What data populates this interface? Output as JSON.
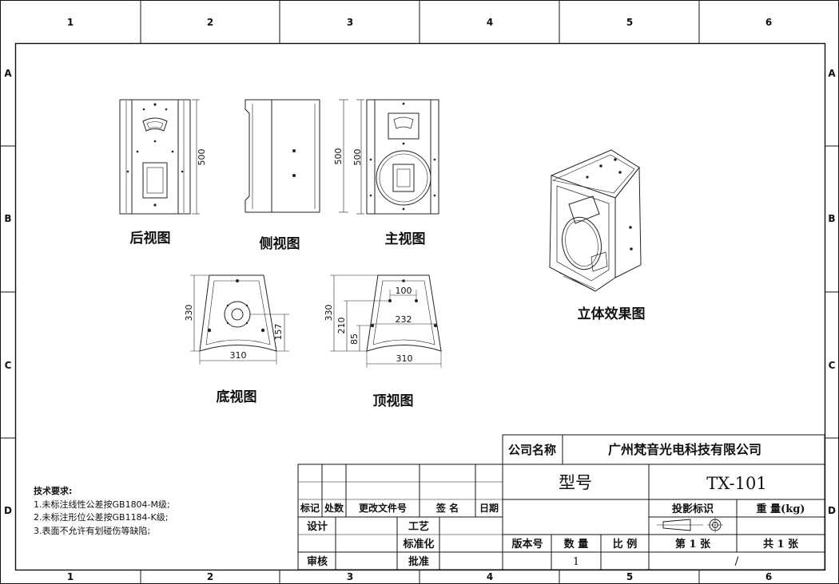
{
  "frame": {
    "columns": [
      "1",
      "2",
      "3",
      "4",
      "5",
      "6"
    ],
    "rows": [
      "A",
      "B",
      "C",
      "D"
    ]
  },
  "views": {
    "rear": "后视图",
    "side": "侧视图",
    "front": "主视图",
    "bottom": "底视图",
    "top": "顶视图",
    "iso": "立体效果图"
  },
  "dimensions": {
    "height": "500",
    "depth": "330",
    "width": "310",
    "bottom_hole": "157",
    "top_hole_spacing": "100",
    "top_rail_spacing": "232",
    "top_rail_depth": "210",
    "top_front_offset": "85"
  },
  "notes": {
    "title": "技术要求:",
    "items": [
      "1.未标注线性公差按GB1804-M级;",
      "2.未标注形位公差按GB1184-K级;",
      "3.表面不允许有划碰伤等缺陷;"
    ]
  },
  "title_block": {
    "company_label": "公司名称",
    "company_name": "广州梵音光电科技有限公司",
    "model_label": "型号",
    "model_value": "TX-101",
    "rev_headers": [
      "标记",
      "处数",
      "更改文件号",
      "签 名",
      "日期"
    ],
    "design": "设计",
    "review": "审核",
    "process": "工艺",
    "standard": "标准化",
    "approve": "批准",
    "projection_label": "投影标识",
    "weight_label": "重 量(kg)",
    "version_label": "版本号",
    "quantity_label": "数 量",
    "scale_label": "比 例",
    "sheet_no": "第 1 张",
    "sheet_total": "共 1 张",
    "quantity_value": "1",
    "scale_value": "/"
  }
}
